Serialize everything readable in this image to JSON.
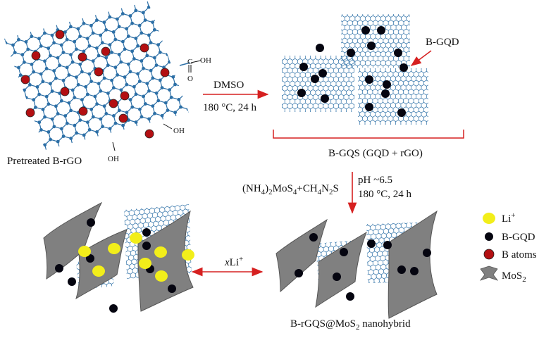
{
  "labels": {
    "pretreated": "Pretreated B-rGO",
    "cooh_c": "C",
    "cooh_oh": "OH",
    "cooh_o": "O",
    "oh1": "OH",
    "oh2": "OH",
    "step1_reagent": "DMSO",
    "step1_cond": "180 °C, 24 h",
    "bgqd_pointer": "B-GQD",
    "gqs": "B-GQS (GQD + rGO)",
    "step2_reagent_left": "(NH",
    "step2_sub4a": "4",
    "step2_reagent_mid": ")",
    "step2_sub2": "2",
    "step2_reagent_mos": "MoS",
    "step2_sub4b": "4",
    "step2_reagent_plus": "+CH",
    "step2_sub4c": "4",
    "step2_reagent_n": "N",
    "step2_sub2b": "2",
    "step2_reagent_s": "S",
    "step2_ph": "pH ~6.5",
    "step2_cond": "180 °C, 24 h",
    "xli_x": "x",
    "xli_li": "Li",
    "xli_sup": "+",
    "hybrid_main": "B-rGQS@MoS",
    "hybrid_sub": "2",
    "hybrid_tail": " nanohybrid"
  },
  "legend": [
    {
      "key": "li",
      "text": "Li",
      "sup": "+",
      "sub": "",
      "color": "#f2ee1a"
    },
    {
      "key": "bgqd",
      "text": "B-GQD",
      "sup": "",
      "sub": "",
      "color": "#050510"
    },
    {
      "key": "batoms",
      "text": "B atoms",
      "sup": "",
      "sub": "",
      "color": "#b30f12"
    },
    {
      "key": "mos2",
      "text": "MoS",
      "sup": "",
      "sub": "2",
      "color": "#7f7f7f"
    }
  ],
  "colors": {
    "lattice": "#2c6fa6",
    "arrow": "#d62020",
    "mos2_fill": "#808080",
    "mos2_stroke": "#555555"
  }
}
